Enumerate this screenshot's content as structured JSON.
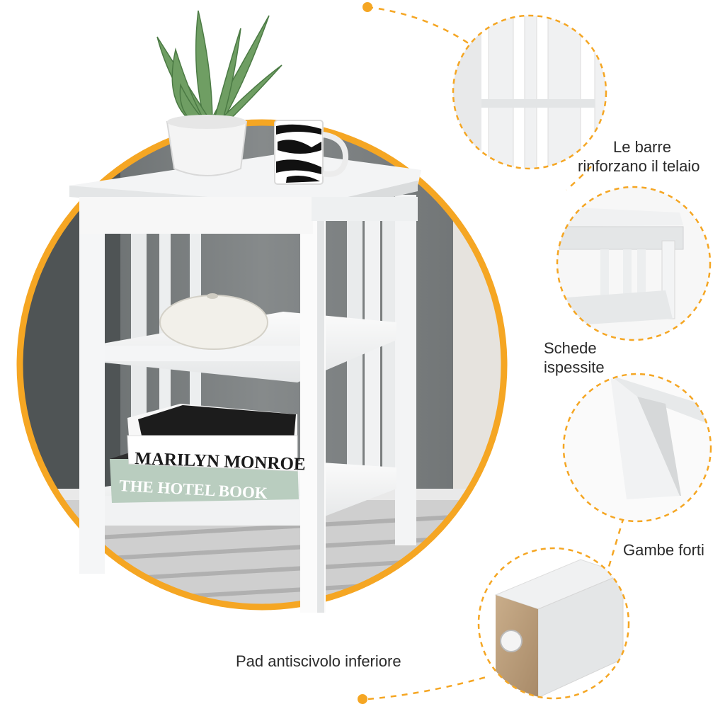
{
  "captions": {
    "frame_bars_line1": "Le barre",
    "frame_bars_line2": "rinforzano il telaio",
    "thick_boards_line1": "Schede",
    "thick_boards_line2": "ispessite",
    "strong_legs": "Gambe forti",
    "anti_slip_pad": "Pad antiscivolo inferiore"
  },
  "books": {
    "top": "MARILYN MONROE",
    "bottom": "THE HOTEL BOOK"
  },
  "colors": {
    "accent_orange": "#f5a623",
    "wall_gray": "#7b7f80",
    "table_white": "#f7f7f7",
    "book_green": "#b9cdbf"
  }
}
